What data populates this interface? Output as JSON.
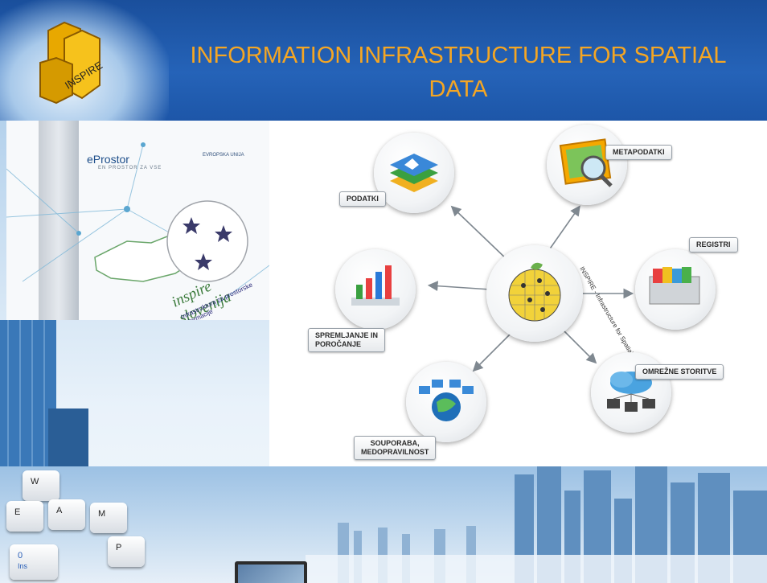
{
  "header": {
    "title": "INFORMATION INFRASTRUCTURE FOR SPATIAL DATA",
    "logo_text": "INSPIRE"
  },
  "left_panel": {
    "eprostor": "eProstor",
    "eprostor_sub": "EN PROSTOR ZA VSE",
    "eu_text": "EVROPSKA UNIJA",
    "inspire_slovenija": "inspire slovenija",
    "inspire_slovenija_sub": "Infrastruktura za prostorske informacije"
  },
  "diagram": {
    "center_text_top": "INSPIRE - Infrastructure for Spatial Information in Europe",
    "nodes": [
      {
        "label": "PODATKI"
      },
      {
        "label": "METAPODATKI"
      },
      {
        "label": "REGISTRI"
      },
      {
        "label": "OMREŽNE STORITVE"
      },
      {
        "label": "SOUPORABA, MEDOPRAVILNOST",
        "line1": "SOUPORABA,",
        "line2": "MEDOPRAVILNOST"
      },
      {
        "label": "SPREMLJANJE IN POROČANJE",
        "line1": "SPREMLJANJE IN",
        "line2": "POROČANJE"
      }
    ]
  },
  "keyboard": {
    "keys": [
      "W",
      "E",
      "A",
      "M",
      "P",
      "0",
      "Ins"
    ]
  },
  "colors": {
    "title": "#f5a623",
    "header_bg": "#2563b8",
    "arrow": "#7f8890"
  }
}
